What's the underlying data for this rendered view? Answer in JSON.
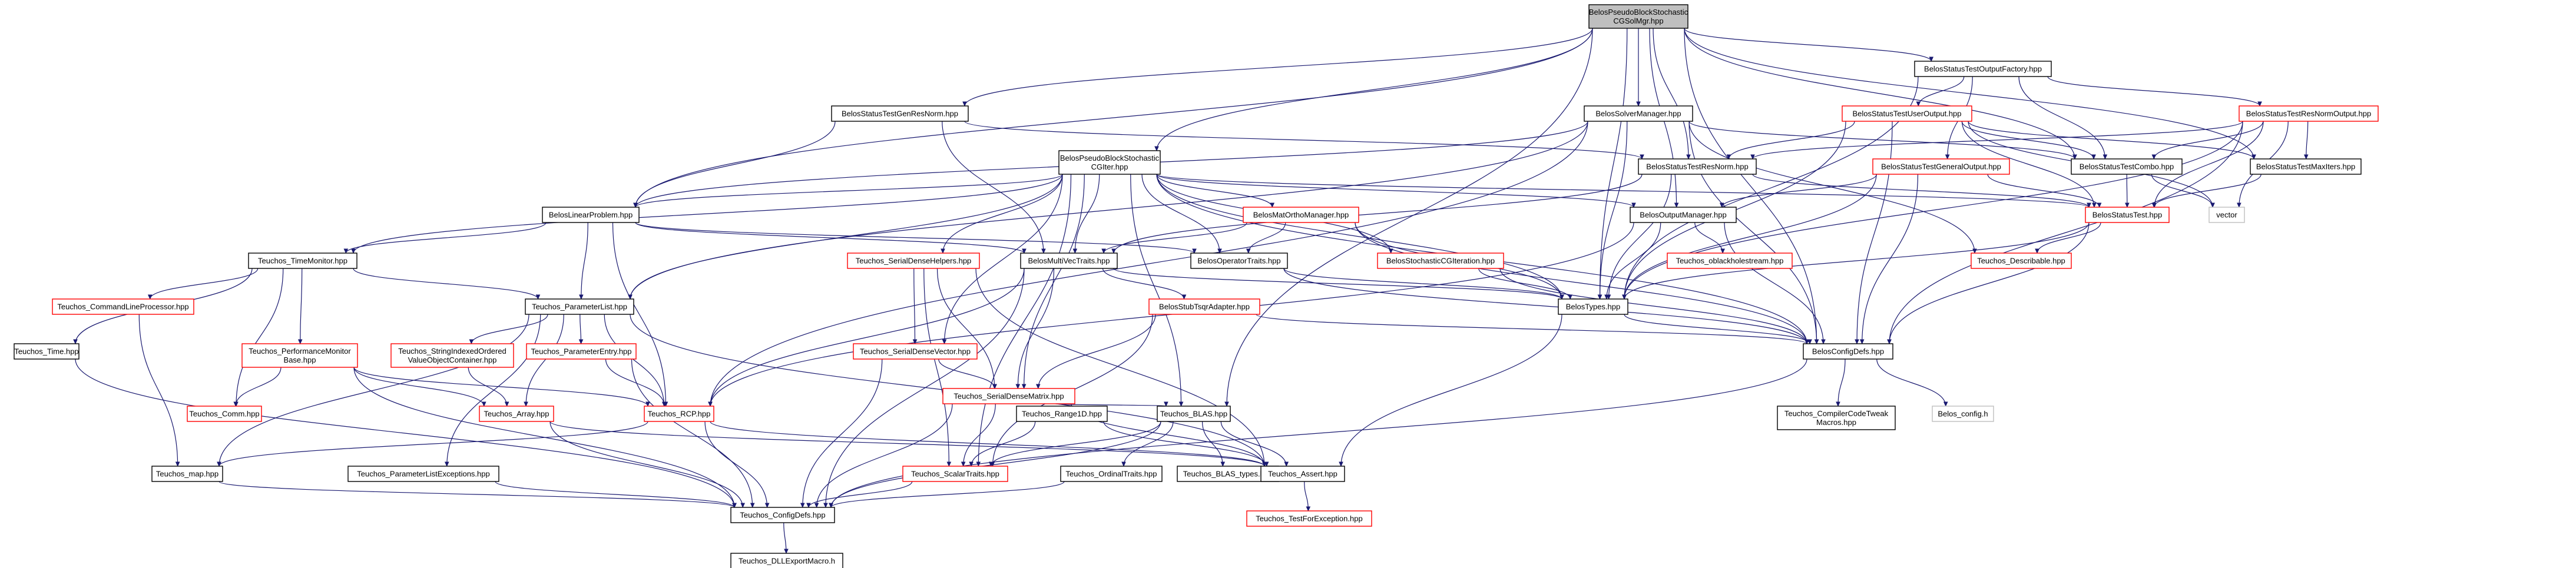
{
  "graph": {
    "title": "BelosPseudoBlockStochasticCGSolMgr.hpp",
    "colors": {
      "edge": "#191970",
      "internal_border": "#000000",
      "red_border": "#ff0000",
      "root_fill": "#bfbfbf",
      "external_border": "#bfbfbf"
    },
    "nodes": [
      {
        "id": "root",
        "lines": [
          "BelosPseudoBlockStochastic",
          "CGSolMgr.hpp"
        ],
        "kind": "root"
      },
      {
        "id": "gen_res",
        "lines": [
          "BelosStatusTestGenResNorm.hpp"
        ],
        "kind": "normal"
      },
      {
        "id": "solvemgr",
        "lines": [
          "BelosSolverManager.hpp"
        ],
        "kind": "normal"
      },
      {
        "id": "outfact",
        "lines": [
          "BelosStatusTestOutputFactory.hpp"
        ],
        "kind": "normal"
      },
      {
        "id": "useroutput",
        "lines": [
          "BelosStatusTestUserOutput.hpp"
        ],
        "kind": "red"
      },
      {
        "id": "resnormout",
        "lines": [
          "BelosStatusTestResNormOutput.hpp"
        ],
        "kind": "red"
      },
      {
        "id": "generaloutput",
        "lines": [
          "BelosStatusTestGeneralOutput.hpp"
        ],
        "kind": "red"
      },
      {
        "id": "pbs",
        "lines": [
          "BelosPseudoBlockStochastic",
          "CGIter.hpp"
        ],
        "kind": "normal"
      },
      {
        "id": "resnorm",
        "lines": [
          "BelosStatusTestResNorm.hpp"
        ],
        "kind": "normal"
      },
      {
        "id": "combo",
        "lines": [
          "BelosStatusTestCombo.hpp"
        ],
        "kind": "normal"
      },
      {
        "id": "maxiters",
        "lines": [
          "BelosStatusTestMaxIters.hpp"
        ],
        "kind": "normal"
      },
      {
        "id": "linprob",
        "lines": [
          "BelosLinearProblem.hpp"
        ],
        "kind": "normal"
      },
      {
        "id": "outmgr",
        "lines": [
          "BelosOutputManager.hpp"
        ],
        "kind": "normal"
      },
      {
        "id": "statustest",
        "lines": [
          "BelosStatusTest.hpp"
        ],
        "kind": "red"
      },
      {
        "id": "vector",
        "lines": [
          "vector"
        ],
        "kind": "ext"
      },
      {
        "id": "timemon",
        "lines": [
          "Teuchos_TimeMonitor.hpp"
        ],
        "kind": "normal"
      },
      {
        "id": "matortho",
        "lines": [
          "BelosMatOrthoManager.hpp"
        ],
        "kind": "red"
      },
      {
        "id": "sdh",
        "lines": [
          "Teuchos_SerialDenseHelpers.hpp"
        ],
        "kind": "red"
      },
      {
        "id": "multivec",
        "lines": [
          "BelosMultiVecTraits.hpp"
        ],
        "kind": "normal"
      },
      {
        "id": "optraits",
        "lines": [
          "BelosOperatorTraits.hpp"
        ],
        "kind": "normal"
      },
      {
        "id": "stochiter",
        "lines": [
          "BelosStochasticCGIteration.hpp"
        ],
        "kind": "red"
      },
      {
        "id": "oblack",
        "lines": [
          "Teuchos_oblackholestream.hpp"
        ],
        "kind": "red"
      },
      {
        "id": "describable",
        "lines": [
          "Teuchos_Describable.hpp"
        ],
        "kind": "red"
      },
      {
        "id": "cmdline",
        "lines": [
          "Teuchos_CommandLineProcessor.hpp"
        ],
        "kind": "red"
      },
      {
        "id": "paramlist",
        "lines": [
          "Teuchos_ParameterList.hpp"
        ],
        "kind": "normal"
      },
      {
        "id": "sdv",
        "lines": [
          "Teuchos_SerialDenseVector.hpp"
        ],
        "kind": "red"
      },
      {
        "id": "stubtsqr",
        "lines": [
          "BelosStubTsqrAdapter.hpp"
        ],
        "kind": "red"
      },
      {
        "id": "belostypes",
        "lines": [
          "BelosTypes.hpp"
        ],
        "kind": "normal"
      },
      {
        "id": "time",
        "lines": [
          "Teuchos_Time.hpp"
        ],
        "kind": "normal"
      },
      {
        "id": "perfmon",
        "lines": [
          "Teuchos_PerformanceMonitor",
          "Base.hpp"
        ],
        "kind": "red"
      },
      {
        "id": "strindexed",
        "lines": [
          "Teuchos_StringIndexedOrdered",
          "ValueObjectContainer.hpp"
        ],
        "kind": "red"
      },
      {
        "id": "paramentry",
        "lines": [
          "Teuchos_ParameterEntry.hpp"
        ],
        "kind": "red"
      },
      {
        "id": "sdm",
        "lines": [
          "Teuchos_SerialDenseMatrix.hpp"
        ],
        "kind": "red"
      },
      {
        "id": "belosconfig",
        "lines": [
          "BelosConfigDefs.hpp"
        ],
        "kind": "normal"
      },
      {
        "id": "comm",
        "lines": [
          "Teuchos_Comm.hpp"
        ],
        "kind": "red"
      },
      {
        "id": "array",
        "lines": [
          "Teuchos_Array.hpp"
        ],
        "kind": "red"
      },
      {
        "id": "rcp",
        "lines": [
          "Teuchos_RCP.hpp"
        ],
        "kind": "red"
      },
      {
        "id": "range1d",
        "lines": [
          "Teuchos_Range1D.hpp"
        ],
        "kind": "normal"
      },
      {
        "id": "blas",
        "lines": [
          "Teuchos_BLAS.hpp"
        ],
        "kind": "normal"
      },
      {
        "id": "compilercode",
        "lines": [
          "Teuchos_CompilerCodeTweak",
          "Macros.hpp"
        ],
        "kind": "normal"
      },
      {
        "id": "belos_config",
        "lines": [
          "Belos_config.h"
        ],
        "kind": "ext"
      },
      {
        "id": "map",
        "lines": [
          "Teuchos_map.hpp"
        ],
        "kind": "normal"
      },
      {
        "id": "plexc",
        "lines": [
          "Teuchos_ParameterListExceptions.hpp"
        ],
        "kind": "normal"
      },
      {
        "id": "scalartraits",
        "lines": [
          "Teuchos_ScalarTraits.hpp"
        ],
        "kind": "red"
      },
      {
        "id": "ordinal",
        "lines": [
          "Teuchos_OrdinalTraits.hpp"
        ],
        "kind": "normal"
      },
      {
        "id": "blastypes",
        "lines": [
          "Teuchos_BLAS_types.hpp"
        ],
        "kind": "normal"
      },
      {
        "id": "assert",
        "lines": [
          "Teuchos_Assert.hpp"
        ],
        "kind": "normal"
      },
      {
        "id": "configdefs",
        "lines": [
          "Teuchos_ConfigDefs.hpp"
        ],
        "kind": "normal"
      },
      {
        "id": "testforexc",
        "lines": [
          "Teuchos_TestForException.hpp"
        ],
        "kind": "red"
      },
      {
        "id": "dllexport",
        "lines": [
          "Teuchos_DLLExportMacro.h"
        ],
        "kind": "normal"
      }
    ],
    "edges": [
      [
        "root",
        "gen_res"
      ],
      [
        "root",
        "solvemgr"
      ],
      [
        "root",
        "outfact"
      ],
      [
        "root",
        "pbs"
      ],
      [
        "root",
        "linprob"
      ],
      [
        "root",
        "outmgr"
      ],
      [
        "root",
        "resnorm"
      ],
      [
        "root",
        "combo"
      ],
      [
        "root",
        "maxiters"
      ],
      [
        "root",
        "belostypes"
      ],
      [
        "root",
        "belosconfig"
      ],
      [
        "root",
        "blas"
      ],
      [
        "gen_res",
        "resnorm"
      ],
      [
        "gen_res",
        "linprob"
      ],
      [
        "gen_res",
        "multivec"
      ],
      [
        "solvemgr",
        "linprob"
      ],
      [
        "solvemgr",
        "paramlist"
      ],
      [
        "solvemgr",
        "belostypes"
      ],
      [
        "solvemgr",
        "belosconfig"
      ],
      [
        "solvemgr",
        "combo"
      ],
      [
        "solvemgr",
        "describable"
      ],
      [
        "solvemgr",
        "rcp"
      ],
      [
        "outfact",
        "useroutput"
      ],
      [
        "outfact",
        "resnormout"
      ],
      [
        "outfact",
        "generaloutput"
      ],
      [
        "outfact",
        "belostypes"
      ],
      [
        "outfact",
        "combo"
      ],
      [
        "useroutput",
        "resnorm"
      ],
      [
        "useroutput",
        "combo"
      ],
      [
        "useroutput",
        "statustest"
      ],
      [
        "useroutput",
        "vector"
      ],
      [
        "useroutput",
        "belostypes"
      ],
      [
        "useroutput",
        "belosconfig"
      ],
      [
        "useroutput",
        "maxiters"
      ],
      [
        "resnormout",
        "resnorm"
      ],
      [
        "resnormout",
        "combo"
      ],
      [
        "resnormout",
        "maxiters"
      ],
      [
        "resnormout",
        "statustest"
      ],
      [
        "resnormout",
        "vector"
      ],
      [
        "resnormout",
        "belostypes"
      ],
      [
        "resnormout",
        "belosconfig"
      ],
      [
        "generaloutput",
        "statustest"
      ],
      [
        "generaloutput",
        "outmgr"
      ],
      [
        "generaloutput",
        "belostypes"
      ],
      [
        "generaloutput",
        "belosconfig"
      ],
      [
        "pbs",
        "linprob"
      ],
      [
        "pbs",
        "matortho"
      ],
      [
        "pbs",
        "sdh"
      ],
      [
        "pbs",
        "multivec"
      ],
      [
        "pbs",
        "optraits"
      ],
      [
        "pbs",
        "stochiter"
      ],
      [
        "pbs",
        "outmgr"
      ],
      [
        "pbs",
        "statustest"
      ],
      [
        "pbs",
        "belostypes"
      ],
      [
        "pbs",
        "sdv"
      ],
      [
        "pbs",
        "sdm"
      ],
      [
        "pbs",
        "scalartraits"
      ],
      [
        "pbs",
        "paramlist"
      ],
      [
        "pbs",
        "timemon"
      ],
      [
        "pbs",
        "blas"
      ],
      [
        "pbs",
        "belosconfig"
      ],
      [
        "resnorm",
        "statustest"
      ],
      [
        "resnorm",
        "multivec"
      ],
      [
        "resnorm",
        "belostypes"
      ],
      [
        "combo",
        "statustest"
      ],
      [
        "combo",
        "vector"
      ],
      [
        "maxiters",
        "statustest"
      ],
      [
        "linprob",
        "multivec"
      ],
      [
        "linprob",
        "optraits"
      ],
      [
        "linprob",
        "timemon"
      ],
      [
        "linprob",
        "paramlist"
      ],
      [
        "linprob",
        "rcp"
      ],
      [
        "outmgr",
        "belostypes"
      ],
      [
        "outmgr",
        "oblack"
      ],
      [
        "outmgr",
        "belosconfig"
      ],
      [
        "outmgr",
        "rcp"
      ],
      [
        "statustest",
        "belostypes"
      ],
      [
        "statustest",
        "describable"
      ],
      [
        "statustest",
        "belosconfig"
      ],
      [
        "timemon",
        "cmdline"
      ],
      [
        "timemon",
        "perfmon"
      ],
      [
        "timemon",
        "time"
      ],
      [
        "timemon",
        "paramlist"
      ],
      [
        "timemon",
        "comm"
      ],
      [
        "matortho",
        "multivec"
      ],
      [
        "matortho",
        "optraits"
      ],
      [
        "matortho",
        "belostypes"
      ],
      [
        "matortho",
        "belosconfig"
      ],
      [
        "sdh",
        "sdv"
      ],
      [
        "sdh",
        "sdm"
      ],
      [
        "sdh",
        "scalartraits"
      ],
      [
        "sdh",
        "assert"
      ],
      [
        "multivec",
        "belostypes"
      ],
      [
        "multivec",
        "stubtsqr"
      ],
      [
        "multivec",
        "sdm"
      ],
      [
        "multivec",
        "rcp"
      ],
      [
        "multivec",
        "configdefs"
      ],
      [
        "optraits",
        "belostypes"
      ],
      [
        "optraits",
        "belosconfig"
      ],
      [
        "stochiter",
        "belostypes"
      ],
      [
        "stochiter",
        "belosconfig"
      ],
      [
        "cmdline",
        "map"
      ],
      [
        "paramlist",
        "paramentry"
      ],
      [
        "paramlist",
        "strindexed"
      ],
      [
        "paramlist",
        "plexc"
      ],
      [
        "paramlist",
        "rcp"
      ],
      [
        "paramlist",
        "map"
      ],
      [
        "paramlist",
        "array"
      ],
      [
        "paramlist",
        "assert"
      ],
      [
        "sdv",
        "sdm"
      ],
      [
        "sdv",
        "configdefs"
      ],
      [
        "stubtsqr",
        "sdm"
      ],
      [
        "stubtsqr",
        "belosconfig"
      ],
      [
        "stubtsqr",
        "scalartraits"
      ],
      [
        "belostypes",
        "belosconfig"
      ],
      [
        "belostypes",
        "assert"
      ],
      [
        "perfmon",
        "comm"
      ],
      [
        "perfmon",
        "array"
      ],
      [
        "perfmon",
        "rcp"
      ],
      [
        "perfmon",
        "configdefs"
      ],
      [
        "strindexed",
        "array"
      ],
      [
        "paramentry",
        "rcp"
      ],
      [
        "paramentry",
        "configdefs"
      ],
      [
        "sdm",
        "blas"
      ],
      [
        "sdm",
        "scalartraits"
      ],
      [
        "sdm",
        "assert"
      ],
      [
        "sdm",
        "configdefs"
      ],
      [
        "belosconfig",
        "compilercode"
      ],
      [
        "belosconfig",
        "belos_config"
      ],
      [
        "belosconfig",
        "configdefs"
      ],
      [
        "array",
        "assert"
      ],
      [
        "array",
        "configdefs"
      ],
      [
        "rcp",
        "map"
      ],
      [
        "rcp",
        "assert"
      ],
      [
        "rcp",
        "configdefs"
      ],
      [
        "range1d",
        "scalartraits"
      ],
      [
        "range1d",
        "assert"
      ],
      [
        "blas",
        "scalartraits"
      ],
      [
        "blas",
        "ordinal"
      ],
      [
        "blas",
        "blastypes"
      ],
      [
        "blas",
        "assert"
      ],
      [
        "blas",
        "configdefs"
      ],
      [
        "map",
        "configdefs"
      ],
      [
        "plexc",
        "configdefs"
      ],
      [
        "scalartraits",
        "configdefs"
      ],
      [
        "ordinal",
        "configdefs"
      ],
      [
        "time",
        "configdefs"
      ],
      [
        "assert",
        "testforexc"
      ],
      [
        "configdefs",
        "dllexport"
      ]
    ]
  }
}
